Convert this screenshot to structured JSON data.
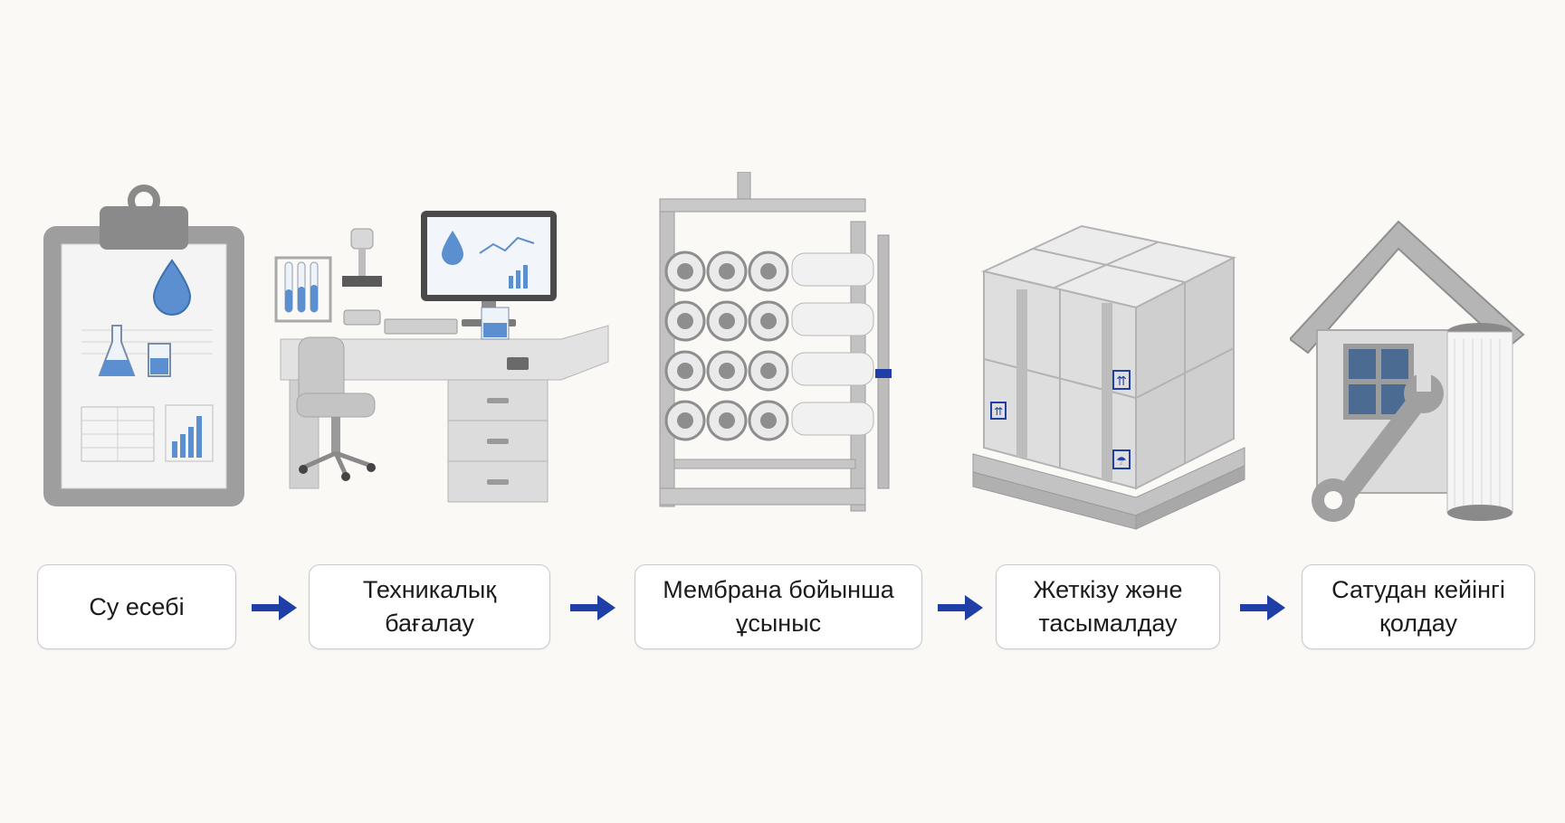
{
  "steps": [
    {
      "label": "Су есебі",
      "icon": "clipboard-icon"
    },
    {
      "label": "Техникалық\nбағалау",
      "icon": "lab-desk-icon"
    },
    {
      "label": "Мембрана бойынша\nұсыныс",
      "icon": "membrane-rack-icon"
    },
    {
      "label": "Жеткізу және\nтасымалдау",
      "icon": "pallet-boxes-icon"
    },
    {
      "label": "Сатудан кейінгі\nқолдау",
      "icon": "house-service-icon"
    }
  ],
  "colors": {
    "accent": "#1f3fa6",
    "water": "#5b8fcf",
    "metal": "#b9b9b9",
    "background": "#faf9f6"
  }
}
